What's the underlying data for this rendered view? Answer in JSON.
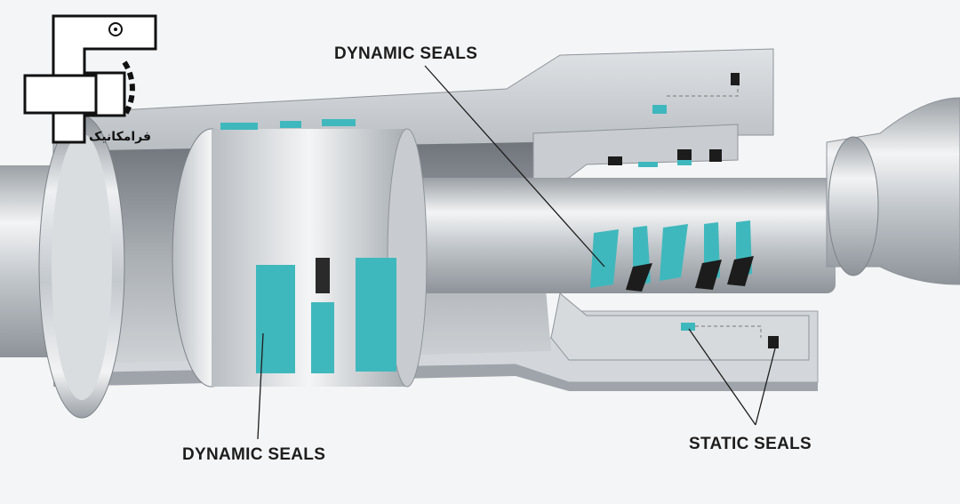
{
  "logo": {
    "brand_text": "فرامکانیک",
    "icon": "gear-logo-icon"
  },
  "callouts": {
    "dynamic_seals_top": "DYNAMIC SEALS",
    "dynamic_seals_bottom": "DYNAMIC SEALS",
    "static_seals": "STATIC SEALS"
  },
  "colors": {
    "seal_teal": "#3fb8bd",
    "seal_dark": "#1c1c1c",
    "steel_light": "#e9ebed",
    "steel_mid": "#b9bec3",
    "steel_dark": "#7d8389",
    "background": "#f4f5f6"
  }
}
